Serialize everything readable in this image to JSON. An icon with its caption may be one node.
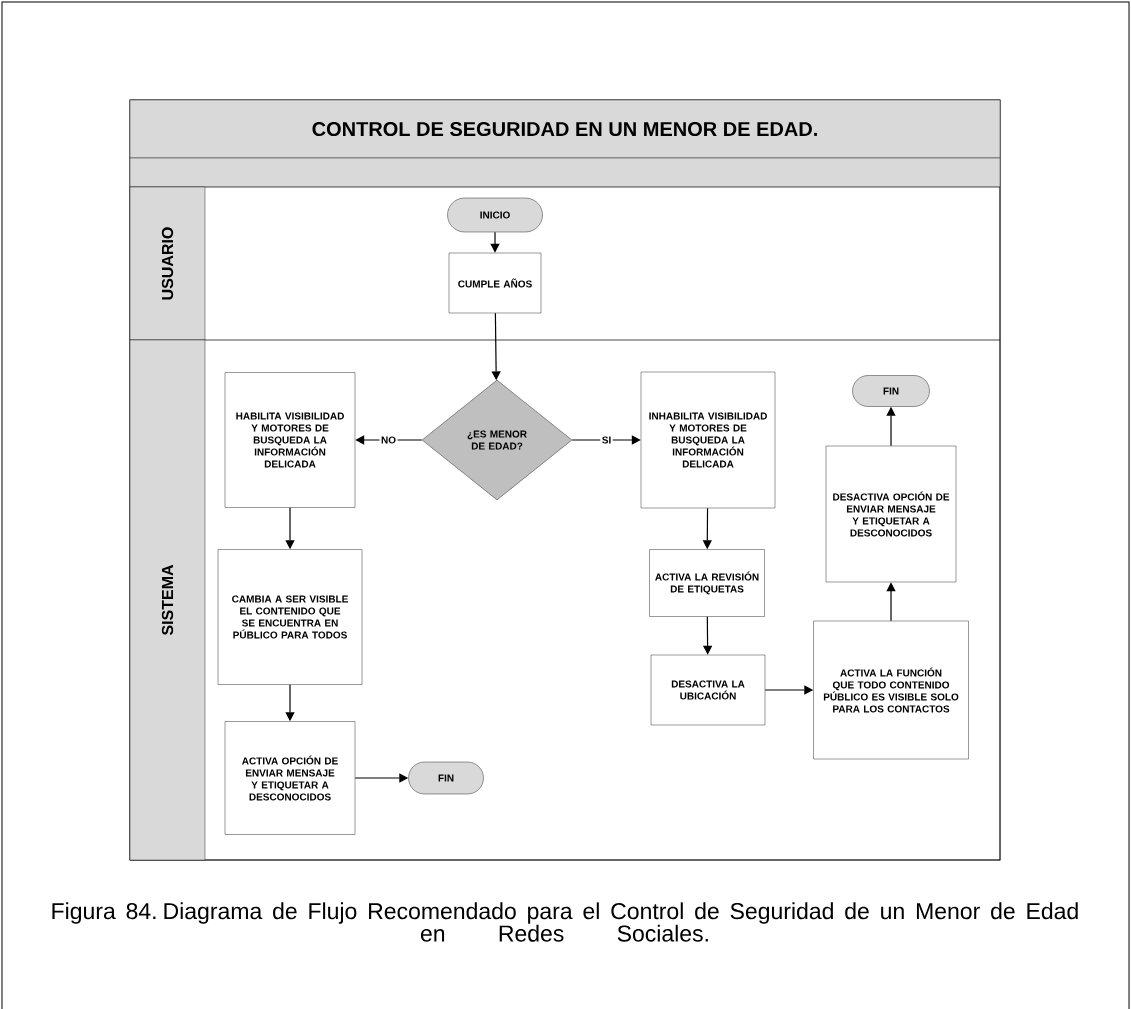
{
  "diagram": {
    "caption": "Figura 84. Diagrama de Flujo Recomendado para el Control de Seguridad de un Menor de Edad en Redes Sociales.",
    "nodes": [
      {
        "text": [
          "CONTROL DE SEGURIDAD EN UN MENOR DE EDAD."
        ]
      },
      {
        "text": [
          "USUARIO"
        ],
        "in": 0
      },
      {
        "text": [
          "INICIO"
        ],
        "in": 1
      },
      {
        "text": [
          "CUMPLE AÑOS"
        ],
        "in": 1
      },
      {
        "text": [
          "SISTEMA"
        ],
        "in": 0
      },
      {
        "text": [
          "¿ES MENOR DE EDAD?"
        ],
        "in": 4
      },
      {
        "text": [
          "HABILITA VISIBILIDAD Y MOTORES DE BUSQUEDA LA INFORMACIÓN DELICADA"
        ],
        "in": 4
      },
      {
        "text": [
          "CAMBIA A SER VISIBLE EL CONTENIDO QUE SE ENCUENTRA EN PÚBLICO PARA TODOS"
        ],
        "in": 4
      },
      {
        "text": [
          "ACTIVA OPCIÓN DE ENVIAR MENSAJE Y ETIQUETAR A DESCONOCIDOS"
        ],
        "in": 4
      },
      {
        "text": [
          "FIN"
        ],
        "in": 4
      },
      {
        "text": [
          "INHABILITA VISIBILIDAD Y MOTORES DE BUSQUEDA LA INFORMACIÓN DELICADA"
        ],
        "in": 4
      },
      {
        "text": [
          "ACTIVA LA REVISIÓN DE ETIQUETAS"
        ],
        "in": 4
      },
      {
        "text": [
          "DESACTIVA LA UBICACIÓN"
        ],
        "in": 4
      },
      {
        "text": [
          "ACTIVA LA FUNCIÓN QUE TODO CONTENIDO PÚBLICO ES VISIBLE SOLO PARA LOS CONTACTOS"
        ],
        "in": 4
      },
      {
        "text": [
          "DESACTIVA OPCIÓN DE ENVIAR MENSAJE Y ETIQUETAR A DESCONOCIDOS"
        ],
        "in": 4
      },
      {
        "text": [
          "FIN"
        ],
        "in": 4
      }
    ],
    "edges": [
      {
        "from": 2,
        "to": 3,
        "arrow": "to"
      },
      {
        "from": 3,
        "to": 5,
        "arrow": "to"
      },
      {
        "from": 5,
        "to": 6,
        "arrow": "to",
        "label": "NO"
      },
      {
        "from": 6,
        "to": 7,
        "arrow": "to"
      },
      {
        "from": 7,
        "to": 8,
        "arrow": "to"
      },
      {
        "from": 8,
        "to": 9,
        "arrow": "to"
      },
      {
        "from": 5,
        "to": 10,
        "arrow": "to",
        "label": "SI"
      },
      {
        "from": 10,
        "to": 11,
        "arrow": "to"
      },
      {
        "from": 11,
        "to": 12,
        "arrow": "to"
      },
      {
        "from": 12,
        "to": 13,
        "arrow": "to"
      },
      {
        "from": 13,
        "to": 14,
        "arrow": "to"
      },
      {
        "from": 14,
        "to": 15,
        "arrow": "to"
      }
    ]
  }
}
